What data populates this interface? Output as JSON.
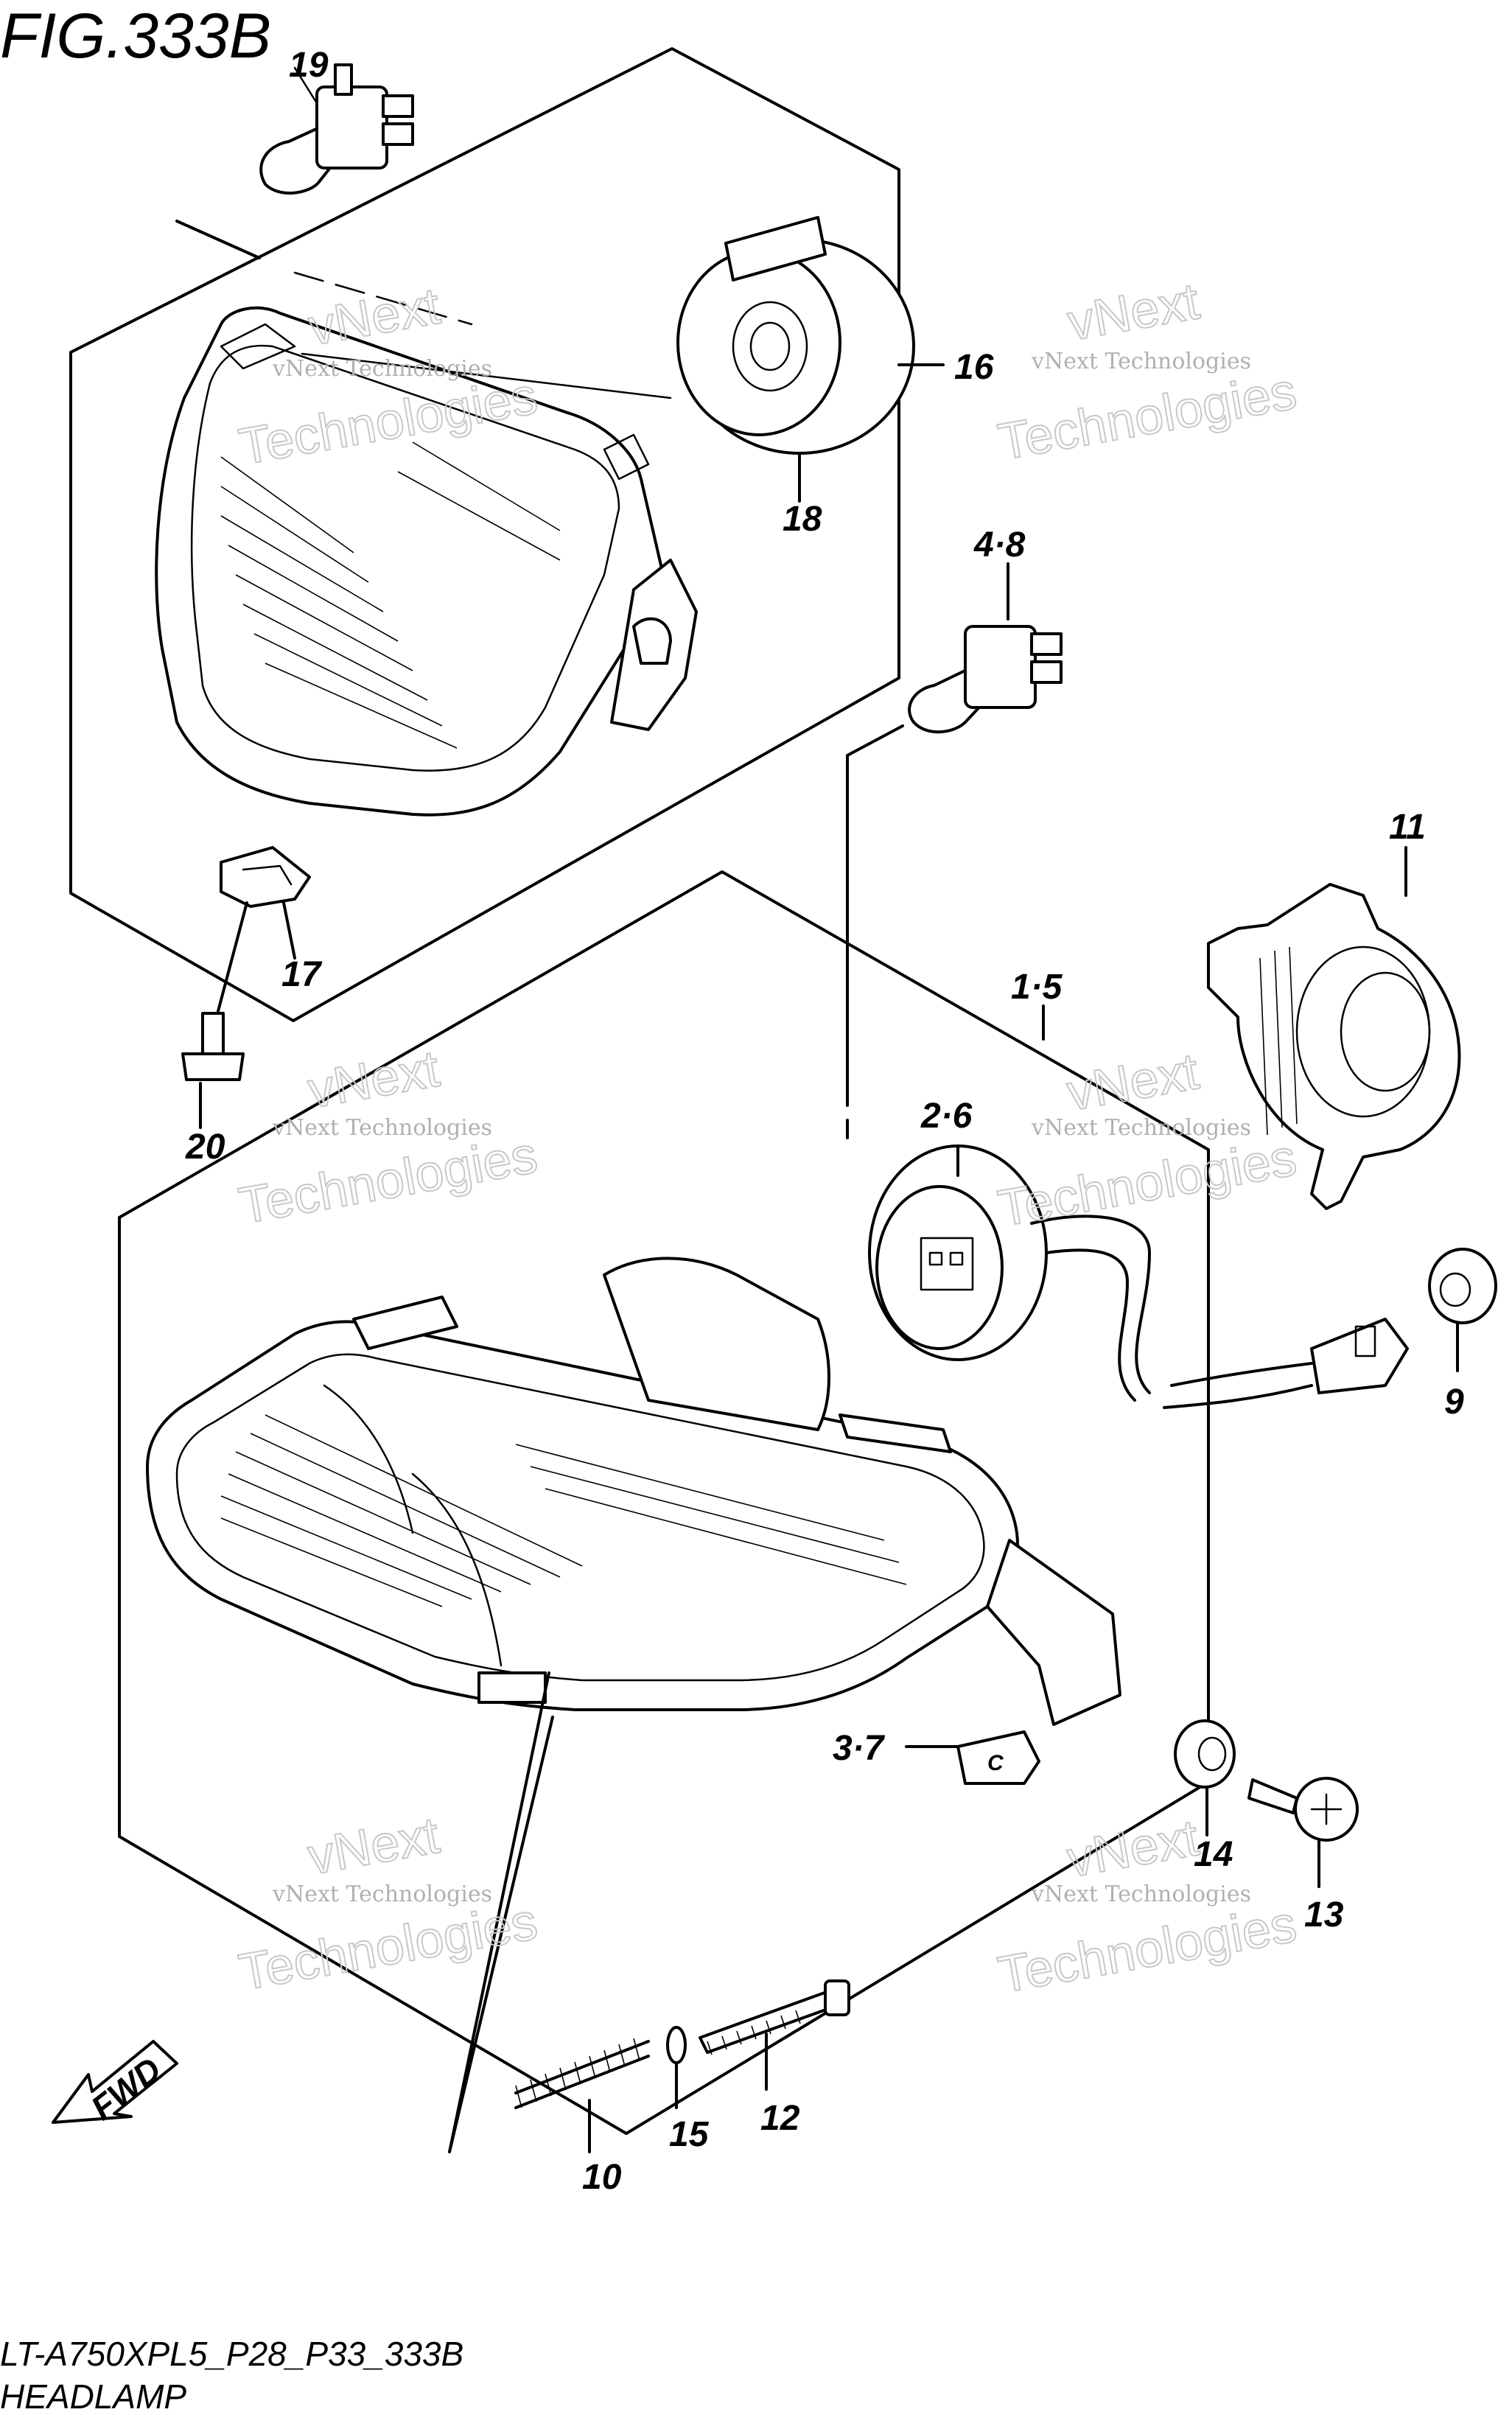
{
  "figure": {
    "title": "FIG.333B",
    "model_code": "LT-A750XPL5_P28_P33_333B",
    "section_name": "HEADLAMP",
    "fwd_label": "FWD"
  },
  "watermark": {
    "brand": "vNext",
    "brand_full": "vNext Technologies",
    "word": "Technologies"
  },
  "callouts": {
    "c19": "19",
    "c16": "16",
    "c18": "18",
    "c4_8": "4·8",
    "c11": "11",
    "c1_5": "1·5",
    "c2_6": "2·6",
    "c9": "9",
    "c17": "17",
    "c20": "20",
    "c3_7": "3·7",
    "c14": "14",
    "c13": "13",
    "c10": "10",
    "c15": "15",
    "c12": "12"
  }
}
